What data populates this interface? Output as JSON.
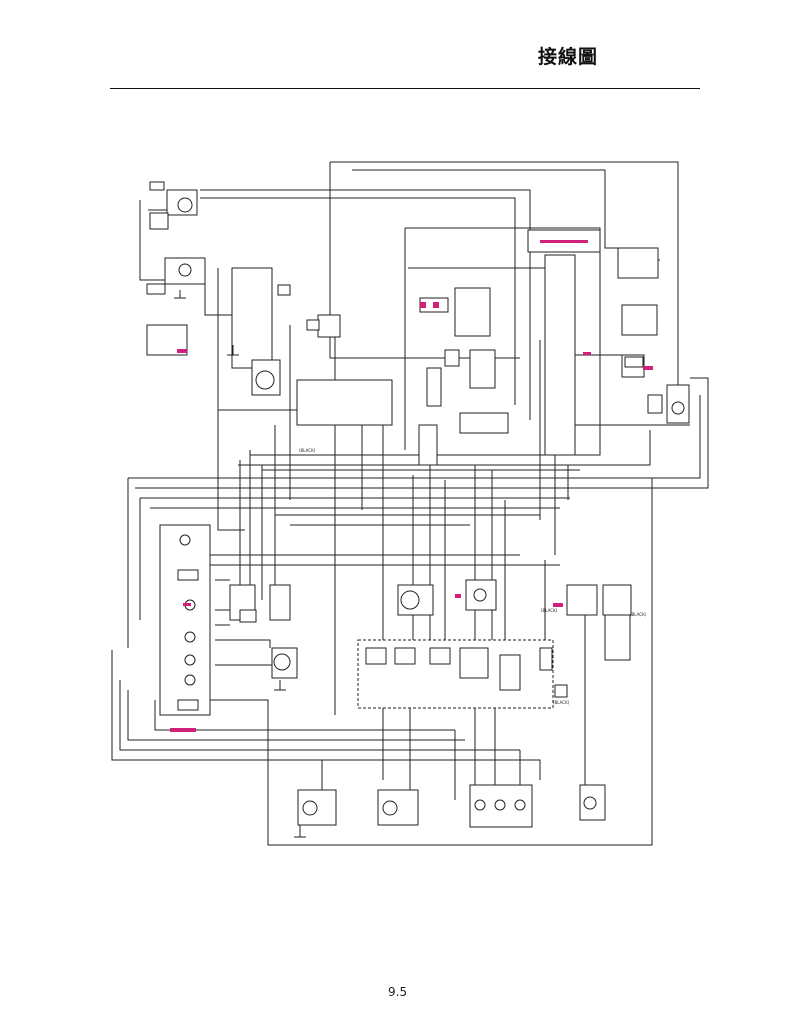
{
  "header": {
    "title": "接線圖"
  },
  "footer": {
    "page_number": "9.5"
  },
  "diagram": {
    "labels": {
      "black_1": "(BLACK)",
      "black_2": "(BLACK)",
      "black_3": "(BLACK)",
      "black_4": "(BLACK)"
    },
    "colors": {
      "wire": "#222222",
      "accent": "#d0207a",
      "background": "#ffffff"
    }
  }
}
